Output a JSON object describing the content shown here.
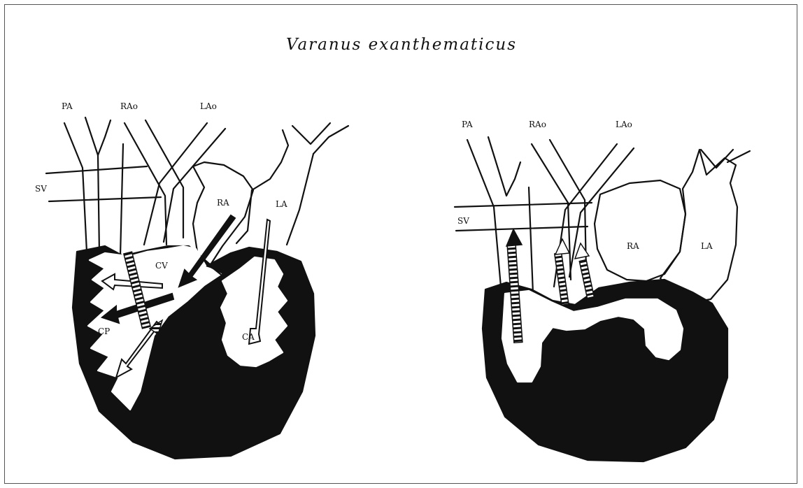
{
  "title": "Varanus exanthematicus",
  "left_heart": {
    "labels": {
      "pa": "PA",
      "rao": "RAo",
      "lao": "LAo",
      "sv": "SV",
      "ra": "RA",
      "la": "LA",
      "cv": "CV",
      "cp": "CP",
      "ca": "CA"
    }
  },
  "right_heart": {
    "labels": {
      "pa": "PA",
      "rao": "RAo",
      "lao": "LAo",
      "sv": "SV",
      "ra": "RA",
      "la": "LA"
    }
  }
}
